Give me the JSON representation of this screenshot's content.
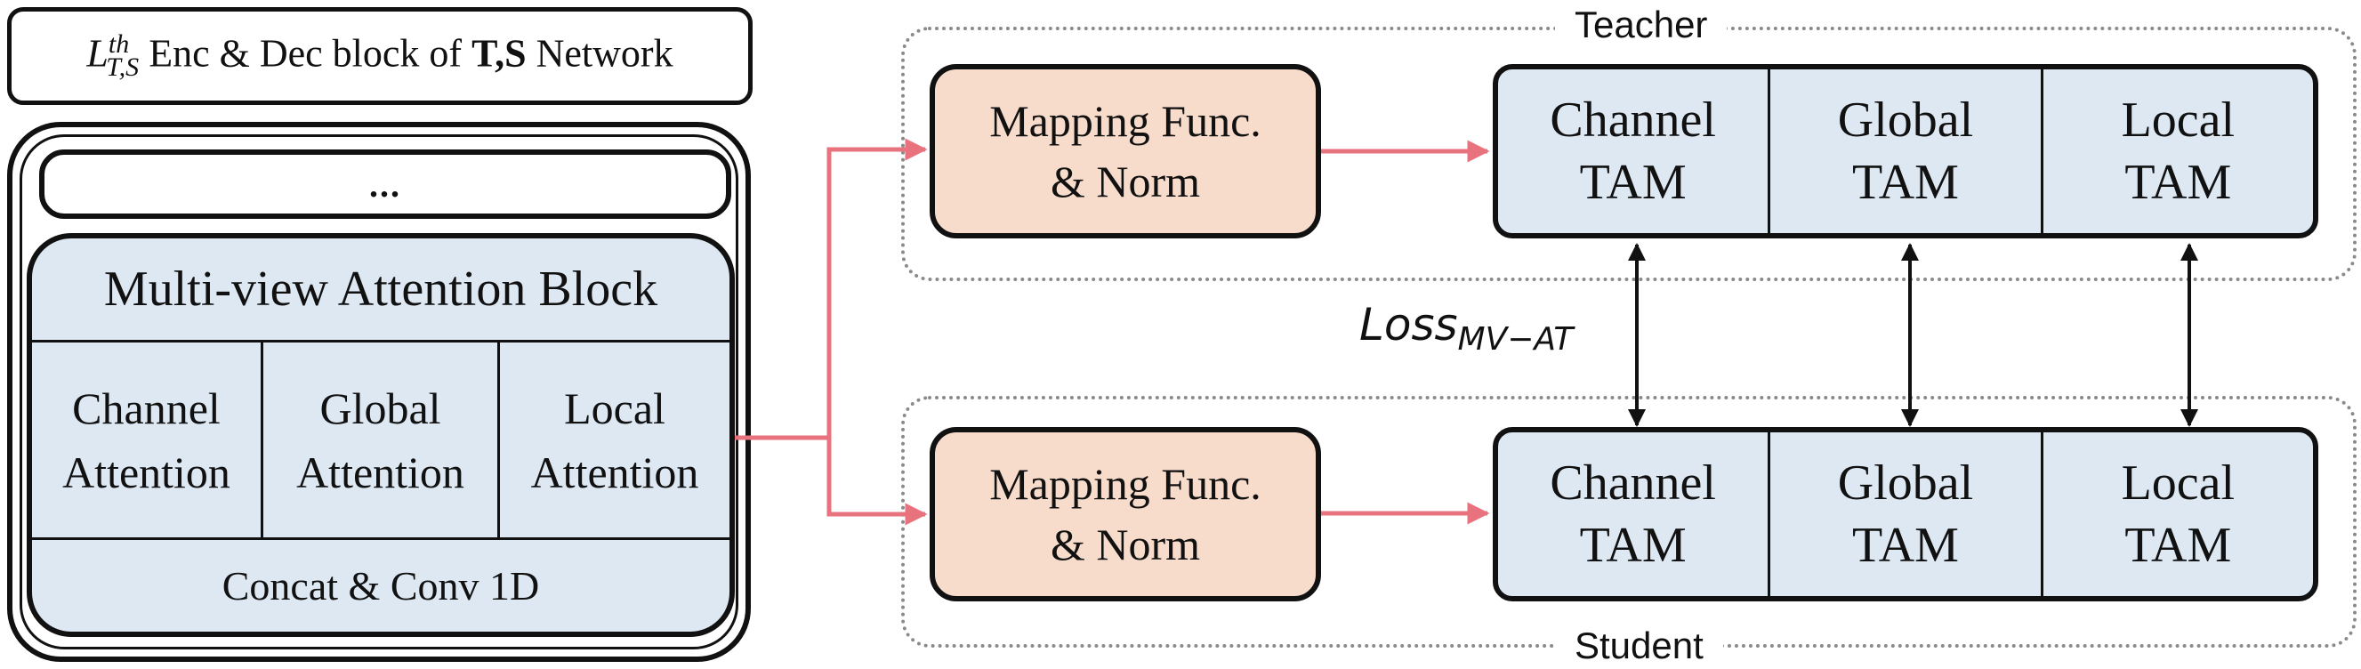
{
  "header": {
    "var_main": "L",
    "var_sup": "th",
    "var_sub": "T,S",
    "text_before": " Enc & Dec block of ",
    "bold_text": "T,S",
    "text_after": " Network"
  },
  "encoder_block": {
    "ellipsis": "...",
    "mva_title": "Multi-view Attention Block",
    "attentions": [
      {
        "line1": "Channel",
        "line2": "Attention"
      },
      {
        "line1": "Global",
        "line2": "Attention"
      },
      {
        "line1": "Local",
        "line2": "Attention"
      }
    ],
    "concat_label": "Concat & Conv 1D"
  },
  "teacher": {
    "label": "Teacher",
    "mapping": {
      "line1": "Mapping Func.",
      "line2": "& Norm"
    },
    "tam": [
      {
        "line1": "Channel",
        "line2": "TAM"
      },
      {
        "line1": "Global",
        "line2": "TAM"
      },
      {
        "line1": "Local",
        "line2": "TAM"
      }
    ]
  },
  "student": {
    "label": "Student",
    "mapping": {
      "line1": "Mapping Func.",
      "line2": "& Norm"
    },
    "tam": [
      {
        "line1": "Channel",
        "line2": "TAM"
      },
      {
        "line1": "Global",
        "line2": "TAM"
      },
      {
        "line1": "Local",
        "line2": "TAM"
      }
    ]
  },
  "loss": {
    "main": "Loss",
    "sub": "MV−AT"
  },
  "colors": {
    "arrow_pink": "#e8737f",
    "mapping_fill": "#f8dccb",
    "block_fill": "#dde8f3",
    "group_border": "#8a8a8a"
  }
}
